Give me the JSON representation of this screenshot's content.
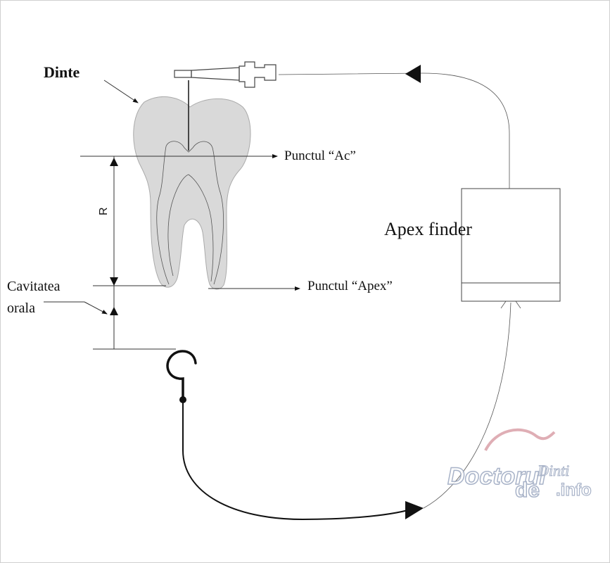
{
  "labels": {
    "dinte": "Dinte",
    "punctul_ac": "Punctul “Ac”",
    "punctul_apex": "Punctul “Apex”",
    "r": "R",
    "cavitatea": "Cavitatea",
    "orala": "orala",
    "apex_finder": "Apex finder"
  },
  "watermark": {
    "part1": "Doctorul",
    "part2": "de",
    "part3": "Dinti",
    "part4": ".info",
    "color_text": "#ffffff",
    "color_outline": "#9aa6bf",
    "color_accent": "#d9a0a8"
  },
  "colors": {
    "tooth_fill": "#d9d9d9",
    "line": "#333333",
    "wire": "#111111"
  }
}
